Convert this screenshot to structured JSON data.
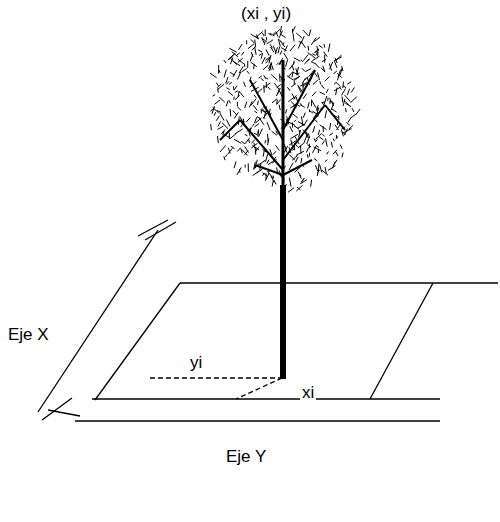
{
  "diagram": {
    "labels": [
      "(xi , yi)",
      "Eje X",
      "yi",
      "xi",
      "Eje Y"
    ]
  }
}
